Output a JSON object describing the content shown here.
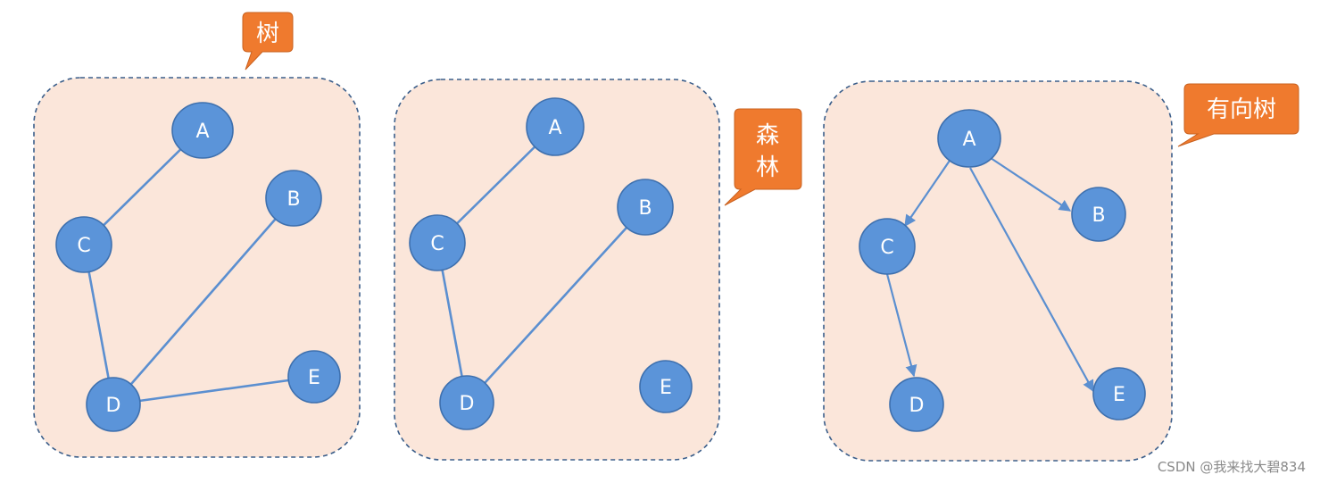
{
  "panels": [
    {
      "callout_lines": [
        "树"
      ],
      "nodes": [
        "A",
        "C",
        "B",
        "D",
        "E"
      ]
    },
    {
      "callout_lines": [
        "森",
        "林"
      ],
      "nodes": [
        "A",
        "C",
        "B",
        "D",
        "E"
      ]
    },
    {
      "callout_lines": [
        "有向树"
      ],
      "nodes": [
        "A",
        "C",
        "B",
        "D",
        "E"
      ]
    }
  ],
  "colors": {
    "panel_fill": "#fbe6da",
    "panel_border": "#3b5e8a",
    "node_fill": "#5b94d9",
    "edge": "#5b8fd0",
    "callout": "#ef7a2e"
  },
  "watermark": "CSDN @我来找大碧834"
}
